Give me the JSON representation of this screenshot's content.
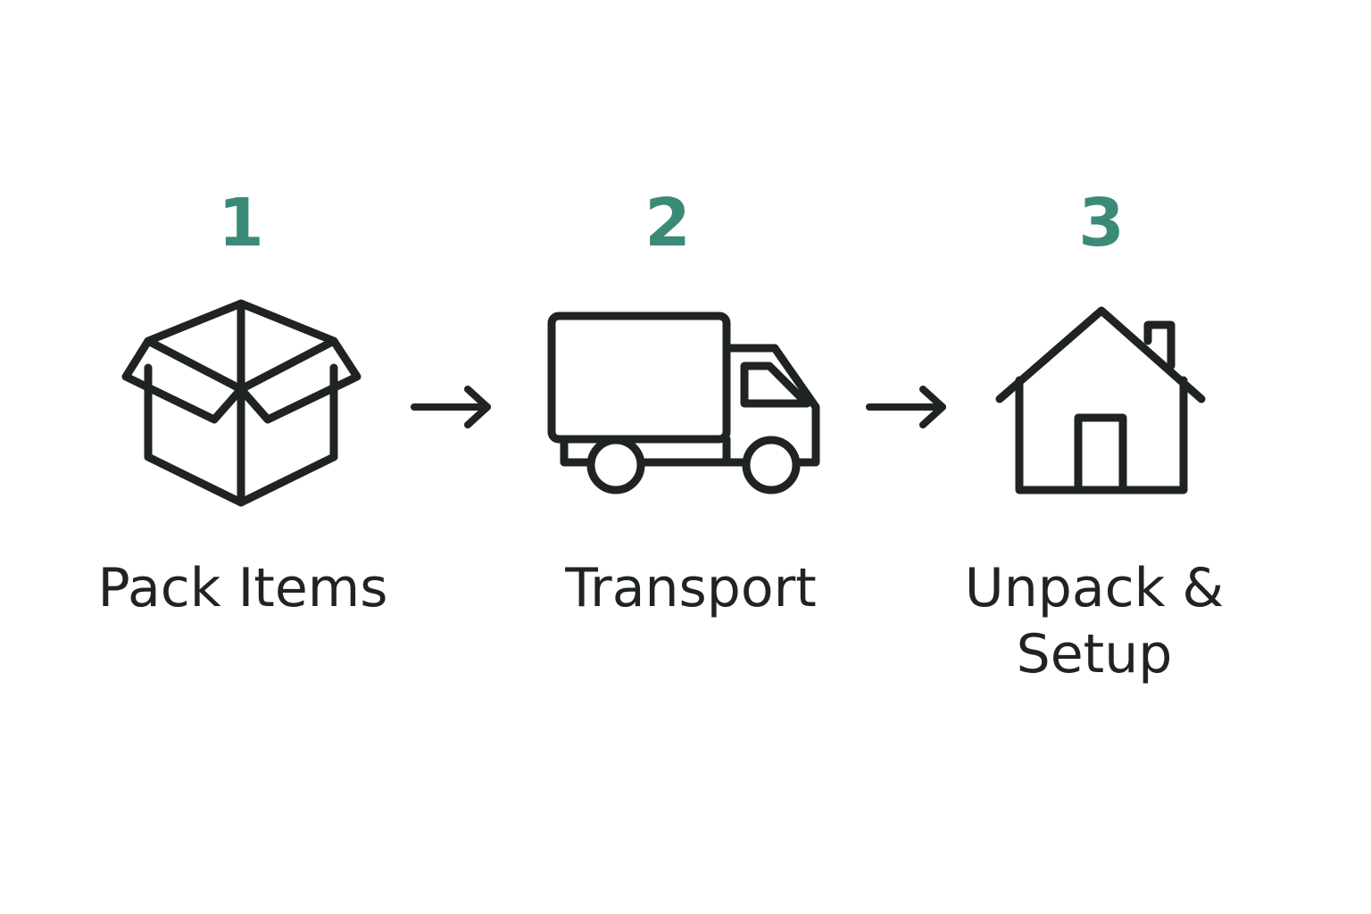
{
  "colors": {
    "accent": "#3a8a77",
    "ink": "#1f2422",
    "background": "#ffffff"
  },
  "steps": [
    {
      "number": "1",
      "label": "Pack Items",
      "icon": "open-box-icon"
    },
    {
      "number": "2",
      "label": "Transport",
      "icon": "delivery-truck-icon"
    },
    {
      "number": "3",
      "label": "Unpack & Setup",
      "icon": "house-icon"
    }
  ],
  "connectors": [
    {
      "icon": "right-arrow-icon",
      "from": "1",
      "to": "2"
    },
    {
      "icon": "right-arrow-icon",
      "from": "2",
      "to": "3"
    }
  ]
}
